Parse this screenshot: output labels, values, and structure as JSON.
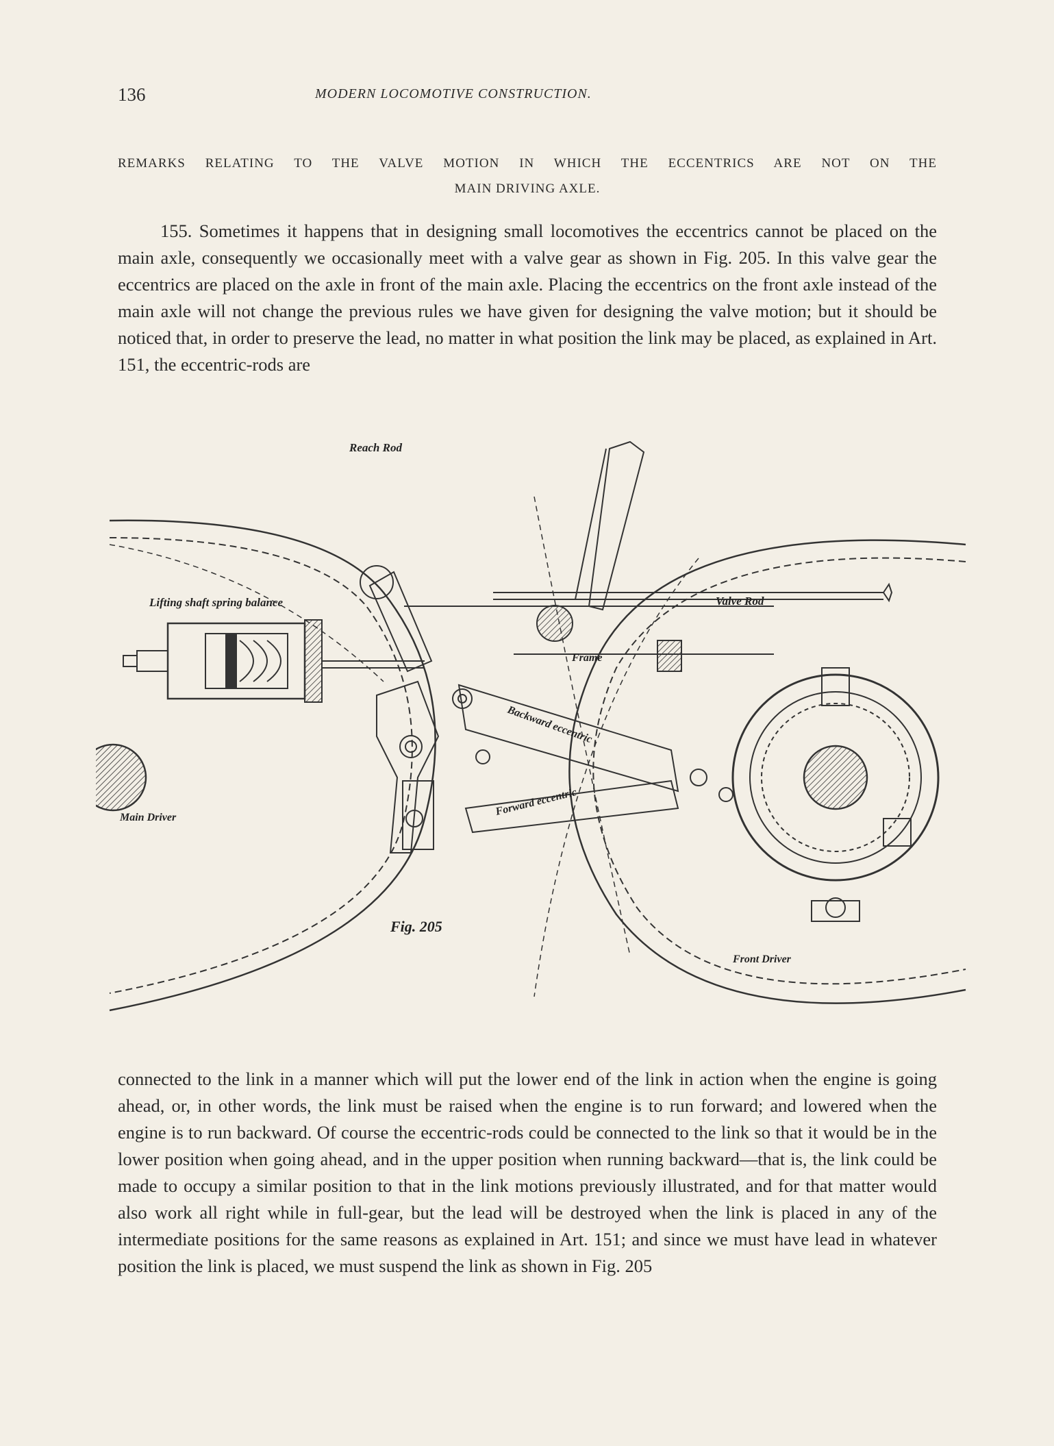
{
  "header": {
    "page_number": "136",
    "running_title": "MODERN LOCOMOTIVE CONSTRUCTION."
  },
  "section": {
    "heading_line1": "REMARKS RELATING TO THE VALVE MOTION IN WHICH THE ECCENTRICS ARE NOT ON THE",
    "heading_line2": "MAIN DRIVING AXLE."
  },
  "body": {
    "paragraph_1": "155. Sometimes it happens that in designing small locomotives the eccentrics cannot be placed on the main axle, consequently we occasionally meet with a valve gear as shown in Fig. 205. In this valve gear the eccentrics are placed on the axle in front of the main axle. Placing the eccentrics on the front axle instead of the main axle will not change the previous rules we have given for designing the valve motion; but it should be noticed that, in order to preserve the lead, no matter in what position the link may be placed, as explained in Art. 151, the eccentric-rods are",
    "paragraph_2": "connected to the link in a manner which will put the lower end of the link in action when the engine is going ahead, or, in other words, the link must be raised when the engine is to run forward; and lowered when the engine is to run backward. Of course the eccentric-rods could be connected to the link so that it would be in the lower position when going ahead, and in the upper position when running backward—that is, the link could be made to occupy a similar position to that in the link motions previously illustrated, and for that matter would also work all right while in full-gear, but the lead will be destroyed when the link is placed in any of the intermediate positions for the same reasons as explained in Art. 151; and since we must have lead in whatever position the link is placed, we must suspend the link as shown in Fig. 205"
  },
  "figure": {
    "caption": "Fig. 205",
    "labels": {
      "reach_rod": "Reach Rod",
      "lifting_shaft": "Lifting shaft spring balance",
      "valve_rod": "Valve Rod",
      "frame": "Frame",
      "backward_eccentric": "Backward eccentric",
      "forward_eccentric": "Forward eccentric",
      "main_driver": "Main Driver",
      "front_driver": "Front Driver"
    }
  }
}
